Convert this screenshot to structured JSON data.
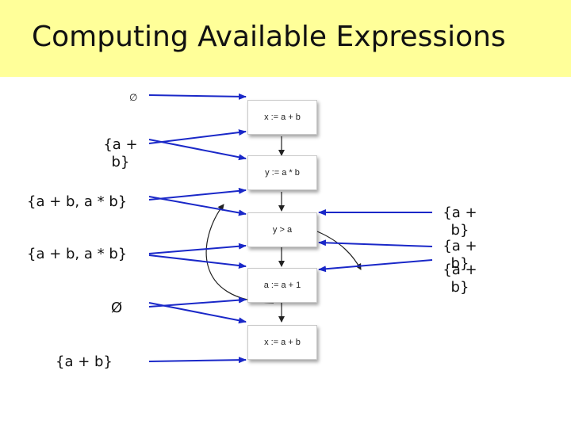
{
  "slide": {
    "title": "Computing Available Expressions"
  },
  "nodes": [
    {
      "id": "n1",
      "label": "x := a + b"
    },
    {
      "id": "n2",
      "label": "y := a * b"
    },
    {
      "id": "n3",
      "label": "y > a"
    },
    {
      "id": "n4",
      "label": "a := a + 1"
    },
    {
      "id": "n5",
      "label": "x := a + b"
    }
  ],
  "left_sets": [
    "∅",
    "{a + b}",
    "{a + b, a * b}",
    "{a + b, a * b}",
    "Ø",
    "{a + b}"
  ],
  "right_sets": [
    "{a + b}",
    "{a + b}",
    "{a + b}"
  ],
  "colors": {
    "title_bg": "#ffff99",
    "arrow_blue": "#1a28c8",
    "arrow_black": "#222222"
  }
}
